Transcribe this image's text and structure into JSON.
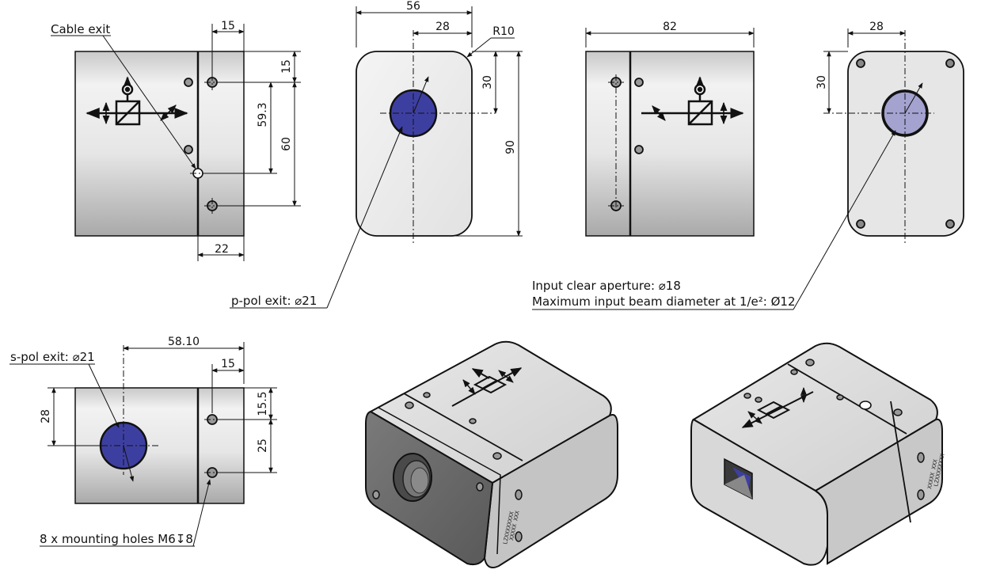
{
  "callouts": {
    "cable_exit": "Cable exit",
    "p_pol_exit": "p-pol exit: ⌀21",
    "input_aperture": "Input clear aperture: ⌀18",
    "max_beam": "Maximum input beam diameter at 1/e²: Ø12",
    "s_pol_exit": "s-pol exit: ⌀21",
    "mounting_holes": "8 x mounting holes M6↧8"
  },
  "dimensions": {
    "side_a": {
      "top_15": "15",
      "right_15": "15",
      "d_59_3": "59.3",
      "d_60": "60",
      "bottom_22": "22"
    },
    "front": {
      "width_56": "56",
      "half_28": "28",
      "radius": "R10",
      "d_30": "30",
      "height_90": "90"
    },
    "side_b": {
      "length_82": "82"
    },
    "back": {
      "top_28": "28",
      "left_30": "30"
    },
    "bottom": {
      "d_58_10": "58.10",
      "d_15": "15",
      "d_15_5": "15.5",
      "d_25": "25",
      "d_28": "28"
    }
  },
  "labels": {
    "serial_1": "XXXXX XXX",
    "serial_2": "LZXXXXXXXX"
  },
  "colors": {
    "aperture_blue": "#3d3fa0",
    "aperture_light": "#a4a2cf",
    "body_gray": "#dcdcdc",
    "dark_face": "#6e6e6e"
  }
}
